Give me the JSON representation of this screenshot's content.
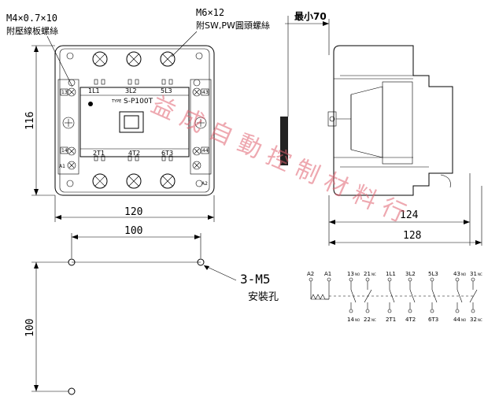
{
  "callouts": {
    "terminal_screw": "M4×0.7×10",
    "terminal_screw_note": "附壓線板螺絲",
    "main_screw": "M6×12",
    "main_screw_note": "附SW,PW圓頭螺絲",
    "min_clearance": "最小70"
  },
  "front_view": {
    "type_prefix": "TYPE",
    "model": "S-P100T",
    "top_terminals": [
      "1L1",
      "3L2",
      "5L3"
    ],
    "bottom_terminals": [
      "2T1",
      "4T2",
      "6T3"
    ],
    "aux_left_top": "13",
    "aux_right_top": "43",
    "aux_left_bottom": "14",
    "aux_right_bottom": "44",
    "coil_left": "A1",
    "coil_right": "A2",
    "width": "120",
    "height": "116"
  },
  "side_view": {
    "depth": "124",
    "overall_depth": "128"
  },
  "mounting": {
    "horizontal": "100",
    "vertical": "100",
    "holes": "3-M5",
    "holes_note": "安裝孔"
  },
  "schematic": {
    "coil": [
      "A2",
      "A1"
    ],
    "aux_top": [
      "13",
      "21"
    ],
    "aux_top_suffix": [
      "NO",
      "NC"
    ],
    "main_top": [
      "1L1",
      "3L2",
      "5L3"
    ],
    "aux_top_right": [
      "43",
      "31"
    ],
    "aux_top_right_suffix": [
      "NO",
      "NC"
    ],
    "aux_bottom": [
      "14",
      "22"
    ],
    "aux_bottom_suffix": [
      "NO",
      "NC"
    ],
    "main_bottom": [
      "2T1",
      "4T2",
      "6T3"
    ],
    "aux_bottom_right": [
      "44",
      "32"
    ],
    "aux_bottom_right_suffix": [
      "NO",
      "NC"
    ]
  },
  "watermark": "益成自動控制材料行"
}
